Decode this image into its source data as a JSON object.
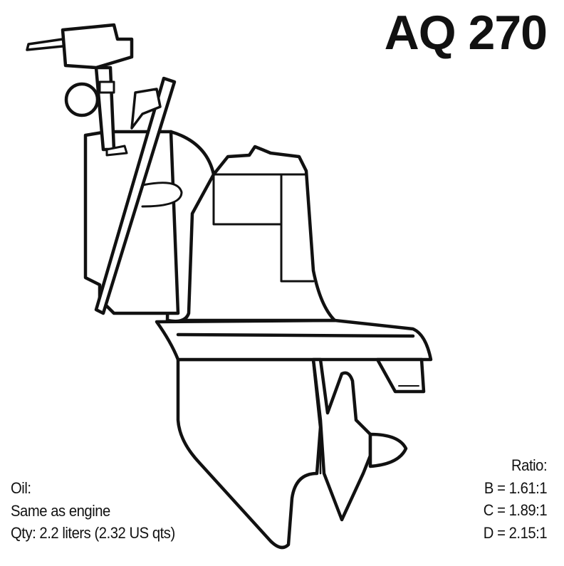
{
  "title": "AQ 270",
  "oil": {
    "label": "Oil:",
    "type": "Same as engine",
    "quantity": "Qty: 2.2 liters (2.32 US qts)"
  },
  "ratio": {
    "label": "Ratio:",
    "values": [
      "B = 1.61:1",
      "C = 1.89:1",
      "D = 2.15:1"
    ]
  }
}
